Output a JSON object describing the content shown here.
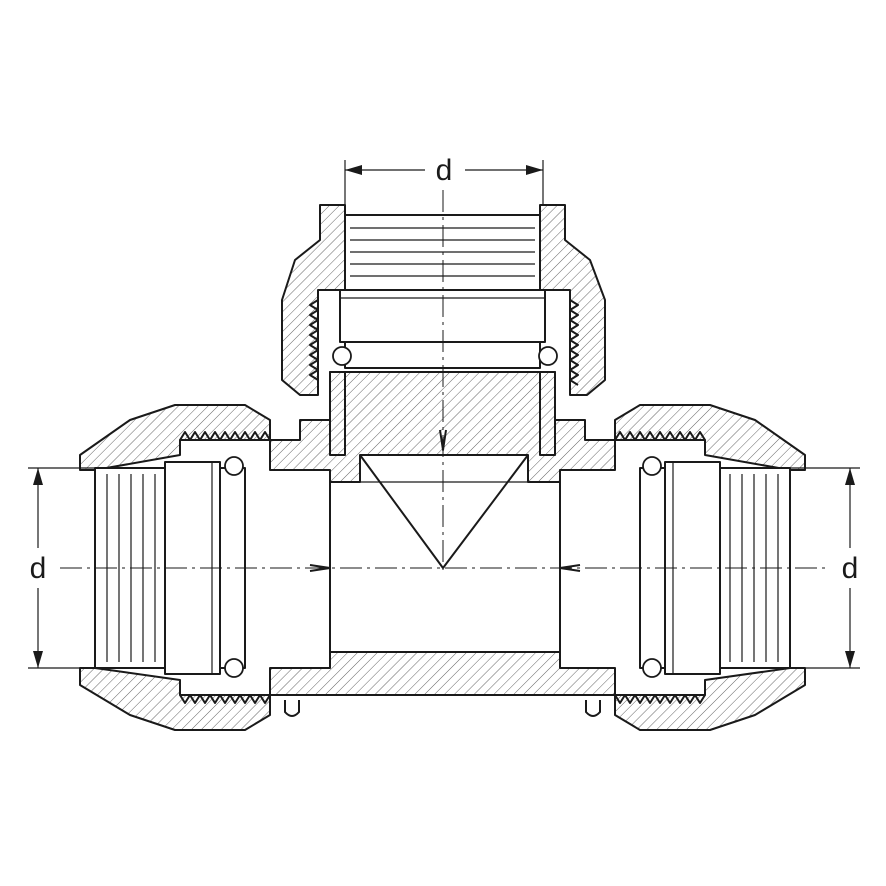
{
  "dimensions": {
    "top_label": "d",
    "left_label": "d",
    "right_label": "d"
  }
}
